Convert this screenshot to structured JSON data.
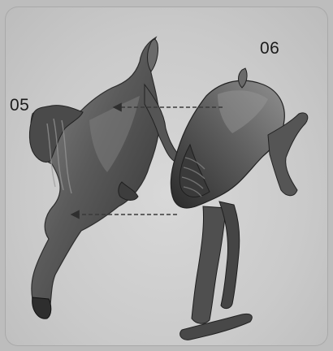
{
  "parts": [
    {
      "id": "left",
      "label": "05"
    },
    {
      "id": "right",
      "label": "06"
    }
  ],
  "colors": {
    "background": "#c9c9c9",
    "model": "#4b4b4b",
    "model_highlight": "#8a8a8a",
    "guide_line": "#3a3a3a",
    "label_text": "#1b1b1b"
  },
  "icons": [
    "left-horse-model-half",
    "right-horse-model-half",
    "alignment-guide-line"
  ]
}
